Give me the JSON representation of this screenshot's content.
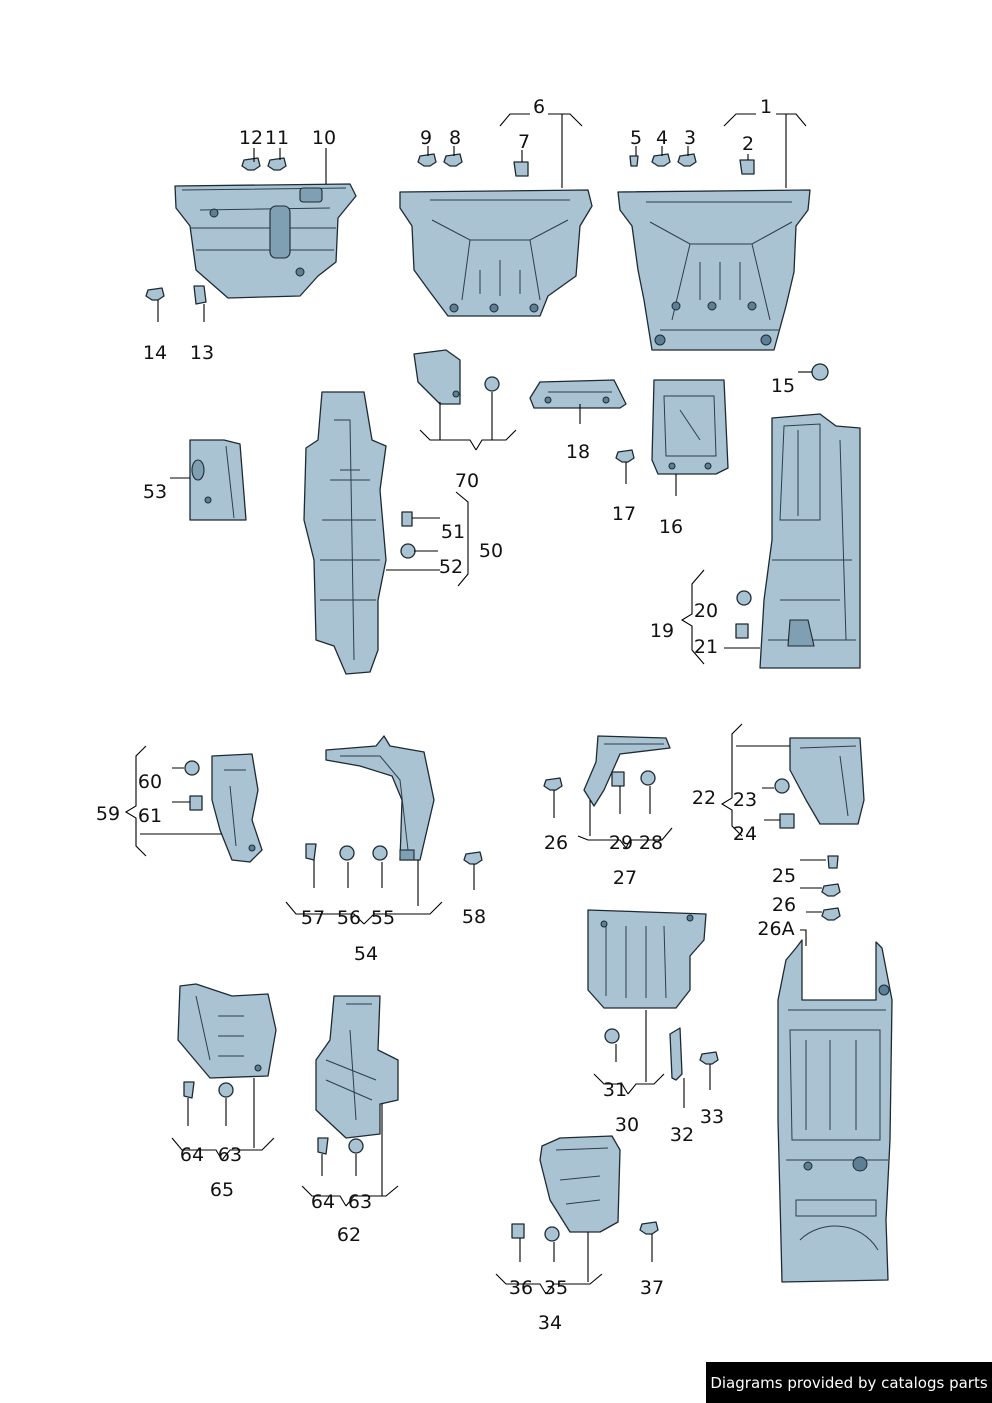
{
  "callouts": {
    "c1": "1",
    "c2": "2",
    "c3": "3",
    "c4": "4",
    "c5": "5",
    "c6": "6",
    "c7": "7",
    "c8": "8",
    "c9": "9",
    "c10": "10",
    "c11": "11",
    "c12": "12",
    "c13": "13",
    "c14": "14",
    "c15": "15",
    "c16": "16",
    "c17": "17",
    "c18": "18",
    "c19": "19",
    "c20": "20",
    "c21": "21",
    "c22": "22",
    "c23": "23",
    "c24": "24",
    "c25": "25",
    "c26a": "26",
    "c26b": "26",
    "c26A": "26A",
    "c27": "27",
    "c28": "28",
    "c29": "29",
    "c30": "30",
    "c31": "31",
    "c32": "32",
    "c33": "33",
    "c34": "34",
    "c35": "35",
    "c36": "36",
    "c37": "37",
    "c50": "50",
    "c51": "51",
    "c52": "52",
    "c53": "53",
    "c54": "54",
    "c55": "55",
    "c56": "56",
    "c57": "57",
    "c58": "58",
    "c59": "59",
    "c60": "60",
    "c61": "61",
    "c62": "62",
    "c63a": "63",
    "c63b": "63",
    "c64a": "64",
    "c64b": "64",
    "c65": "65",
    "c70": "70"
  },
  "watermark": "Diagrams provided by catalogs parts",
  "colors": {
    "part_fill": "#a9c3d3",
    "line": "#1d2a33",
    "background": "#ffffff"
  }
}
